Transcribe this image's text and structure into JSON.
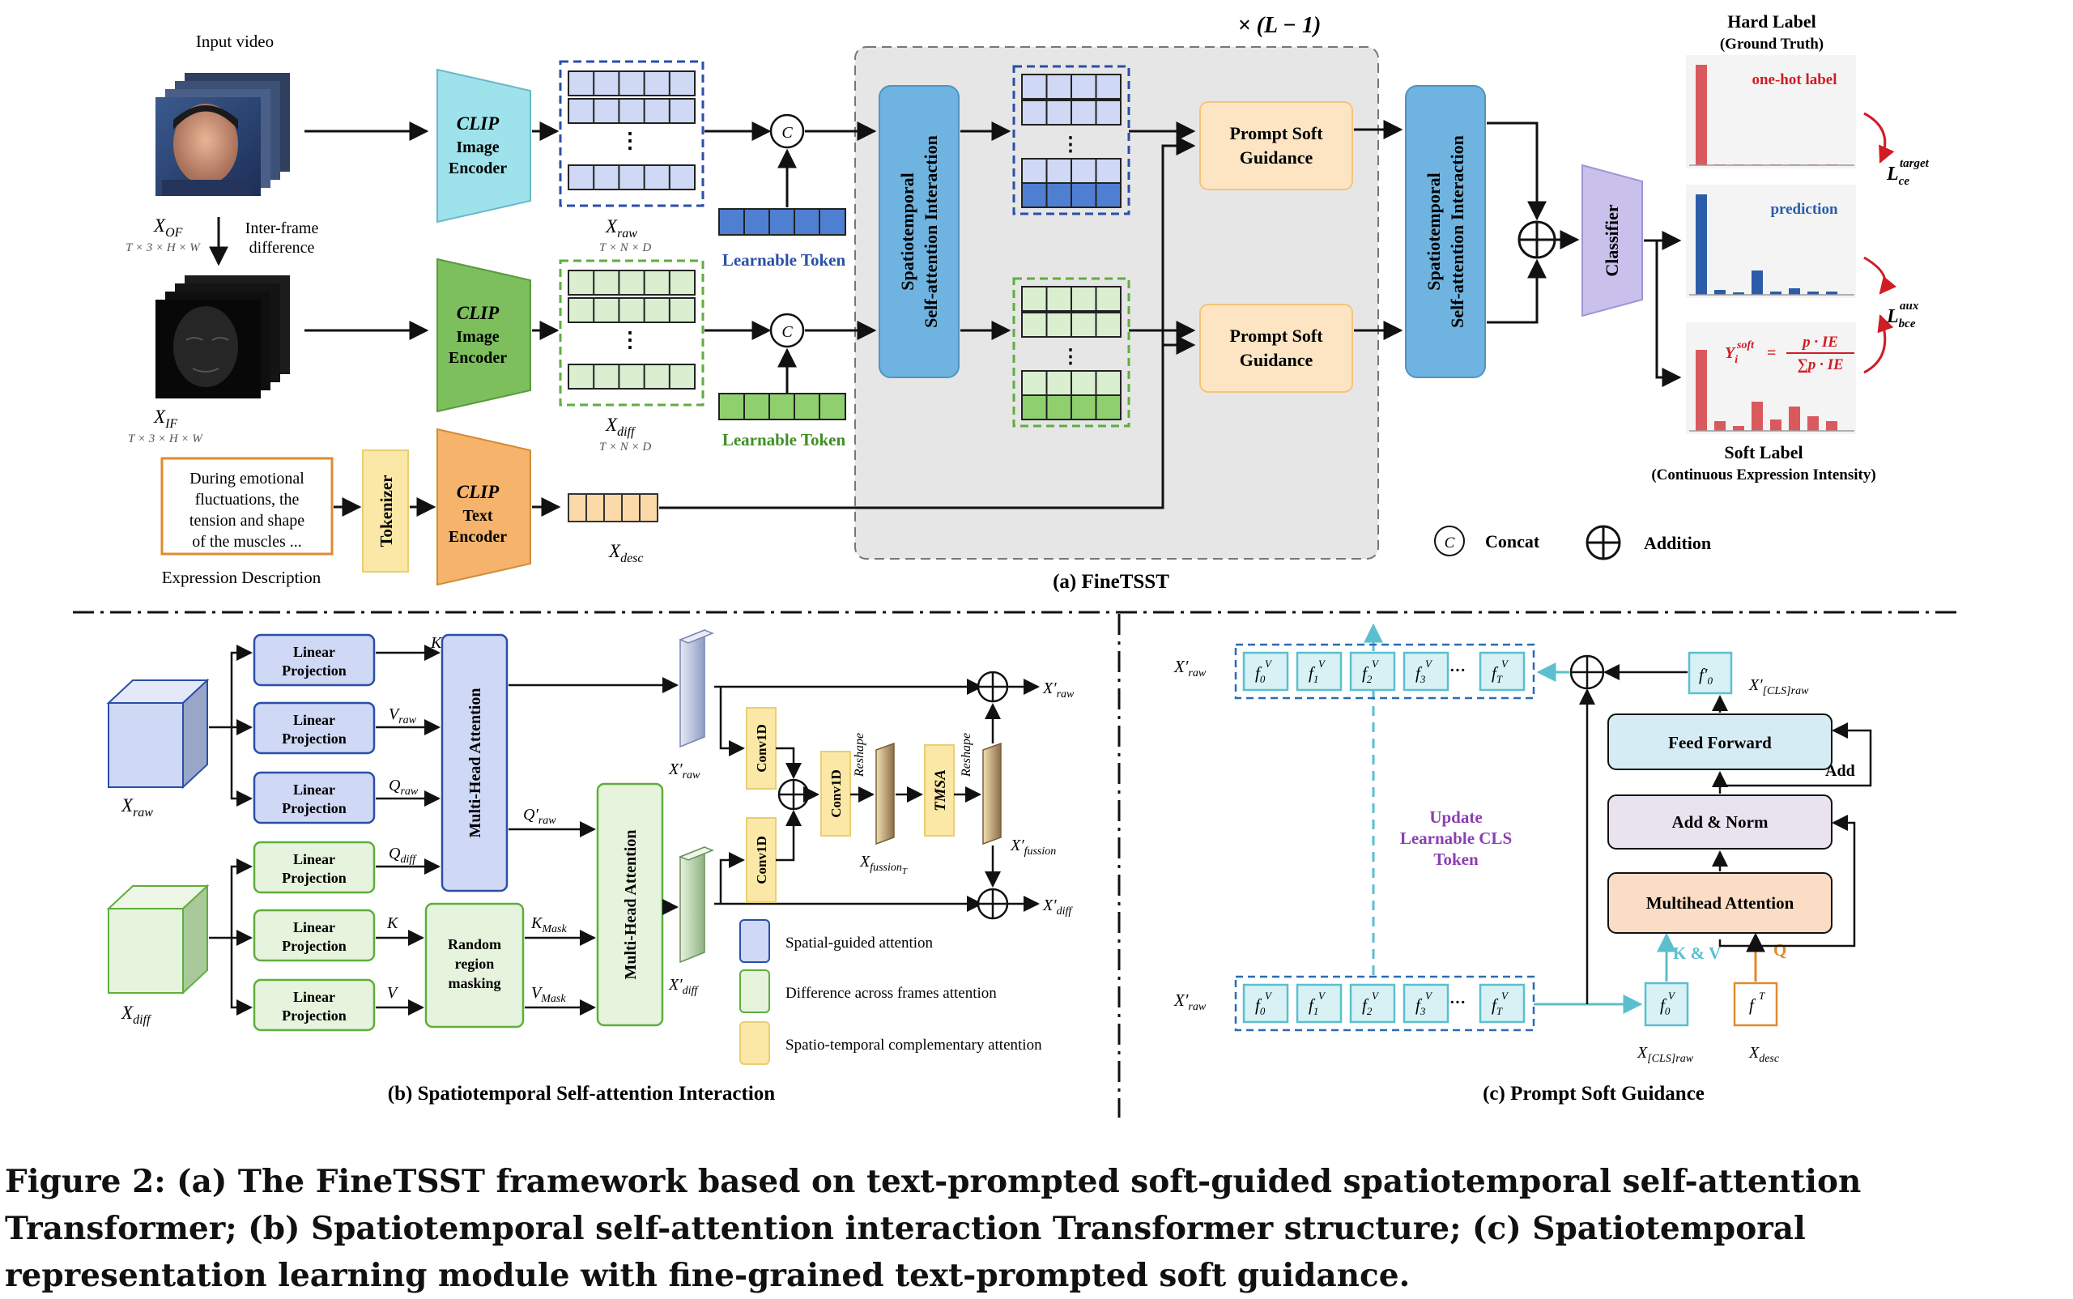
{
  "part_a": {
    "title": "(a) FineTSST",
    "input_video": "Input video",
    "x_of": "X",
    "x_of_sub": "OF",
    "x_of_dims": "T × 3 × H × W",
    "inter_frame_1": "Inter-frame",
    "inter_frame_2": "difference",
    "x_if": "X",
    "x_if_sub": "IF",
    "x_if_dims": "T × 3 × H × W",
    "clip": "CLIP",
    "image": "Image",
    "encoder": "Encoder",
    "text": "Text",
    "x_raw": "X",
    "x_raw_sub": "raw",
    "x_diff": "X",
    "x_diff_sub": "diff",
    "x_desc": "X",
    "x_desc_sub": "desc",
    "tnd": "T × N × D",
    "learnable_token": "Learnable Token",
    "c": "C",
    "ssai_1": "Spatiotemporal",
    "ssai_2": "Self-attention Interaction",
    "prompt_soft_1": "Prompt Soft",
    "prompt_soft_2": "Guidance",
    "repeat": "× (L − 1)",
    "desc_line_1": "During emotional",
    "desc_line_2": "fluctuations, the",
    "desc_line_3": "tension and shape",
    "desc_line_4": "of the muscles ...",
    "expression_description": "Expression Description",
    "tokenizer": "Tokenizer",
    "classifier": "Classifier",
    "hard_label": "Hard Label",
    "ground_truth": "(Ground Truth)",
    "one_hot": "one-hot label",
    "prediction": "prediction",
    "soft_label": "Soft Label",
    "continuous": "(Continuous Expression Intensity)",
    "loss_ce": "L",
    "loss_ce_sub": "ce",
    "loss_ce_sup": "target",
    "loss_bce": "L",
    "loss_bce_sub": "bce",
    "loss_bce_sup": "aux",
    "yi": "Y",
    "yi_sub": "i",
    "yi_sup": "soft",
    "yi_eq": "=",
    "formula_num": "p · IE",
    "formula_den": "∑p · IE",
    "concat": "Concat",
    "addition": "Addition"
  },
  "part_b": {
    "title": "(b) Spatiotemporal Self-attention Interaction",
    "linear": "Linear",
    "projection": "Projection",
    "multi_head_attention": "Multi-Head Attention",
    "random_1": "Random",
    "random_2": "region",
    "random_3": "masking",
    "conv1d": "Conv1D",
    "tmsa": "TMSA",
    "reshape": "Reshape",
    "x_raw": "X",
    "x_raw_sub": "raw",
    "x_diff": "X",
    "x_diff_sub": "diff",
    "xp_raw": "X′",
    "xp_raw_sub": "raw",
    "xp_diff": "X′",
    "xp_diff_sub": "diff",
    "k": "K",
    "v_raw": "V",
    "v_raw_sub": "raw",
    "q_raw": "Q",
    "q_raw_sub": "raw",
    "qp_raw": "Q′",
    "qp_raw_sub": "raw",
    "q_diff": "Q",
    "q_diff_sub": "diff",
    "k_mask": "K",
    "k_mask_sub": "Mask",
    "v": "V",
    "v_mask": "V",
    "v_mask_sub": "Mask",
    "x_fussion": "X",
    "x_fussion_sub": "fussion",
    "x_fussion_subsub": "T",
    "xp_fussion": "X′",
    "xp_fussion_sub": "fussion",
    "legend_spatial": "Spatial-guided attention",
    "legend_difference": "Difference across frames attention",
    "legend_complementary": "Spatio-temporal complementary attention"
  },
  "part_c": {
    "title": "(c) Prompt Soft Guidance",
    "xp_raw": "X′",
    "xp_raw_sub": "raw",
    "f": "f",
    "f_sup": "V",
    "f_subs": [
      "0",
      "1",
      "2",
      "3",
      "T"
    ],
    "ellipsis": "···",
    "f_prime": "f′",
    "f_prime_sub": "0",
    "xp_cls": "X′",
    "xp_cls_sub": "[CLS]raw",
    "x_cls": "X",
    "x_cls_sub": "[CLS]raw",
    "feed_forward": "Feed Forward",
    "add_norm": "Add & Norm",
    "multihead_attention": "Multihead Attention",
    "add": "Add",
    "kv": "K & V",
    "q": "Q",
    "update_1": "Update",
    "update_2": "Learnable CLS",
    "update_3": "Token",
    "ft": "f",
    "ft_sup": "T",
    "x_desc": "X",
    "x_desc_sub": "desc"
  },
  "caption": "Figure 2: (a) The FineTSST framework based on text-prompted soft-guided spatiotemporal self-attention Transformer; (b) Spatiotemporal self-attention interaction Transformer structure; (c) Spatiotemporal representation learning module with fine-grained text-prompted soft guidance.",
  "colors": {
    "clip_image_raw": "#9ee3ec",
    "clip_image_diff": "#7cbf5c",
    "clip_text": "#f6b36b",
    "ssai": "#6fb4e0",
    "prompt": "#fde5c4",
    "token_blue": "#cfd8f4",
    "token_green": "#d9efd0",
    "hard_bar": "#d9595e",
    "pred_bar": "#2a5caa",
    "label_red": "#d01c24",
    "label_blue": "#2a5caa",
    "c_teal": "#5bbfcf",
    "c_purple": "#8b3fb0"
  }
}
